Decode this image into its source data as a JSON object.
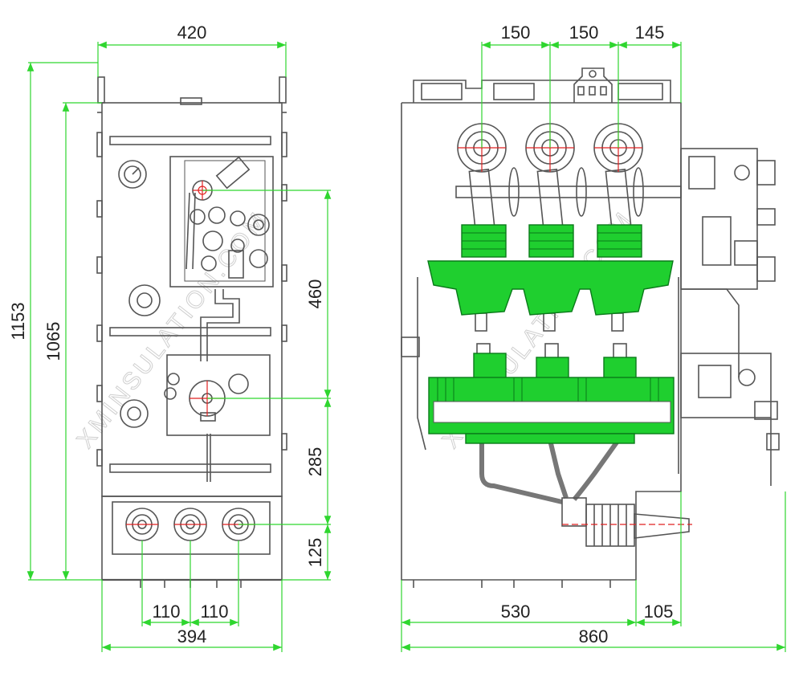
{
  "colors": {
    "dimension_line": "#2fd62f",
    "outline": "#555555",
    "insulator_fill": "#1fcf2f",
    "center_mark": "#e02020"
  },
  "watermark": {
    "text_left": "XMINSULATION.COM",
    "text_right": "XMINSULATION.COM"
  },
  "side_view": {
    "width_top": "420",
    "width_bottom": "394",
    "height_total": "1153",
    "height_body": "1065",
    "dim_upper": "460",
    "dim_middle": "285",
    "dim_lower": "125",
    "pitch_left": "110",
    "pitch_right": "110"
  },
  "front_view": {
    "pitch_1": "150",
    "pitch_2": "150",
    "pitch_3": "145",
    "width_main": "530",
    "width_side": "105",
    "width_total": "860"
  }
}
